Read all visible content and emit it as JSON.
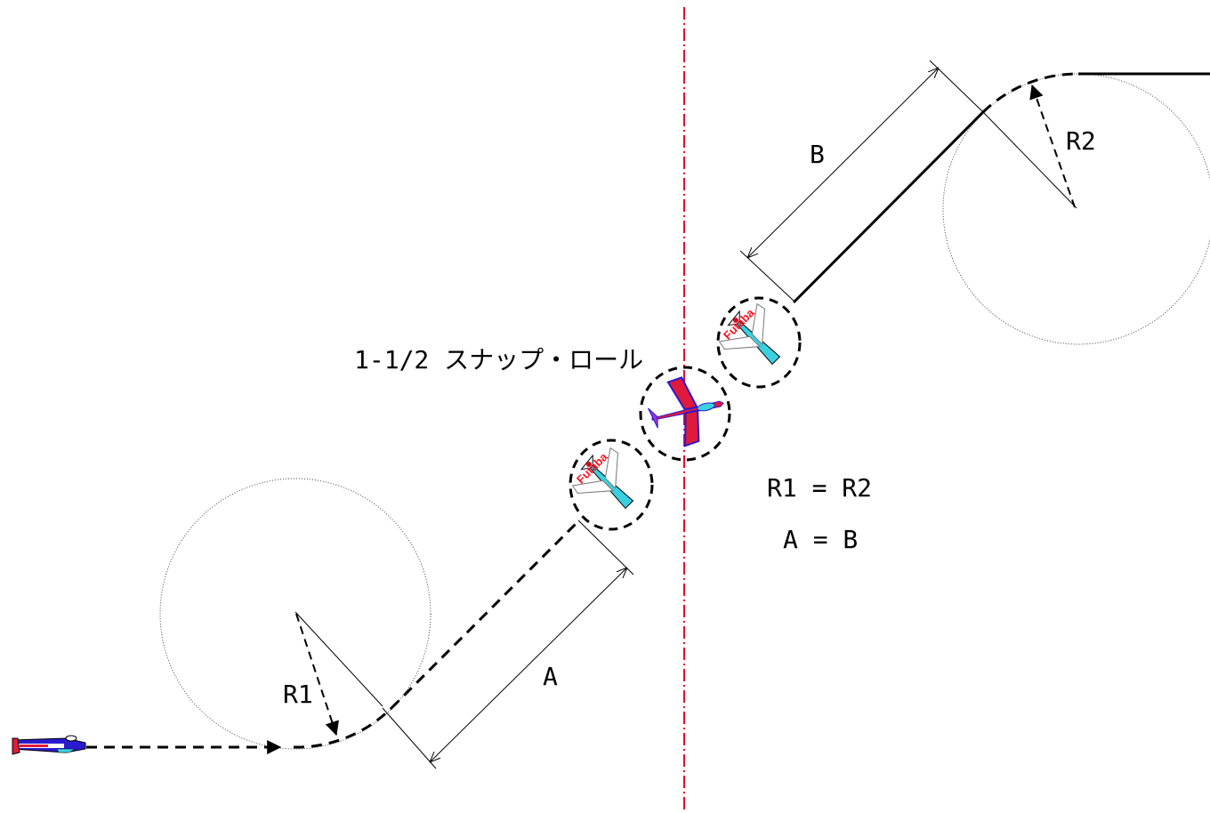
{
  "maneuver": {
    "title": "1-1/2 スナップ・ロール"
  },
  "dimensions": {
    "a_label": "A",
    "b_label": "B",
    "r1_label": "R1",
    "r2_label": "R2"
  },
  "equations": {
    "radius_equality": "R1 = R2",
    "length_equality": "A = B"
  },
  "aircraft_marks": {
    "glider_lower_text": "Futaba",
    "glider_upper_text": "Futaba"
  },
  "colors": {
    "center_line": "#e0102a",
    "path": "#000000",
    "glider_fuselage": "#3ad0e0",
    "glider_text": "#ff1020",
    "snap_plane_primary": "#e01a3a",
    "snap_plane_secondary": "#2a1ad0"
  }
}
